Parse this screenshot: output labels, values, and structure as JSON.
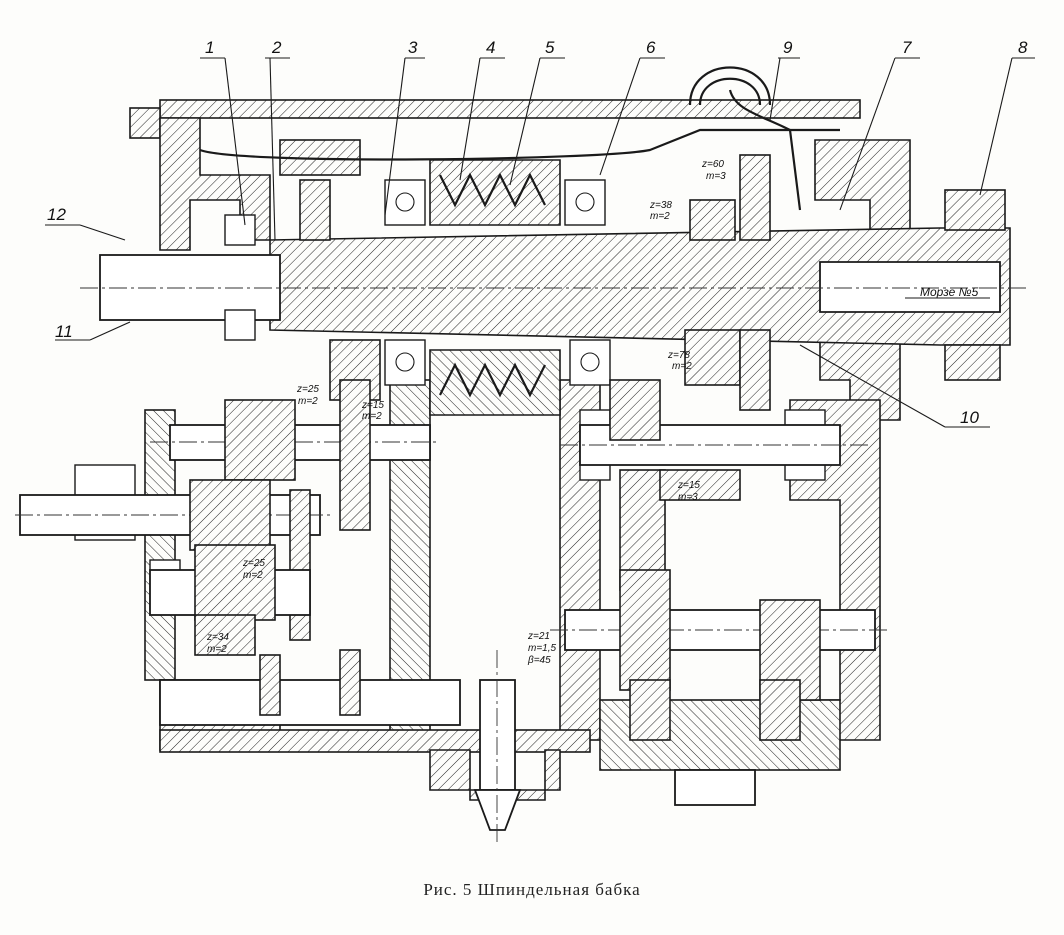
{
  "figure": {
    "caption": "Рис. 5 Шпиндельная бабка"
  },
  "callouts": [
    "1",
    "2",
    "3",
    "4",
    "5",
    "6",
    "7",
    "8",
    "9",
    "10",
    "11",
    "12"
  ],
  "annotations": {
    "morse": "Морзе №5",
    "gear_z60": "z=60",
    "gear_z60_m": "m=3",
    "gear_z38": "z=38",
    "gear_z38_m": "m=2",
    "gear_z78": "z=78",
    "gear_z78_m": "m=2",
    "gear_z25a": "z=25",
    "gear_z25a_m": "m=2",
    "gear_z15": "z=15",
    "gear_z15_m": "m=3",
    "gear_z25b": "z=25",
    "gear_z25b_m": "m=2",
    "gear_z34": "z=34",
    "gear_z34_m": "m=2",
    "gear_z21": "z=21",
    "gear_z21_m": "m=1,5",
    "gear_z21_b": "β=45",
    "gear_zsmall": "z=15",
    "gear_zsmall_m": "m=2"
  }
}
